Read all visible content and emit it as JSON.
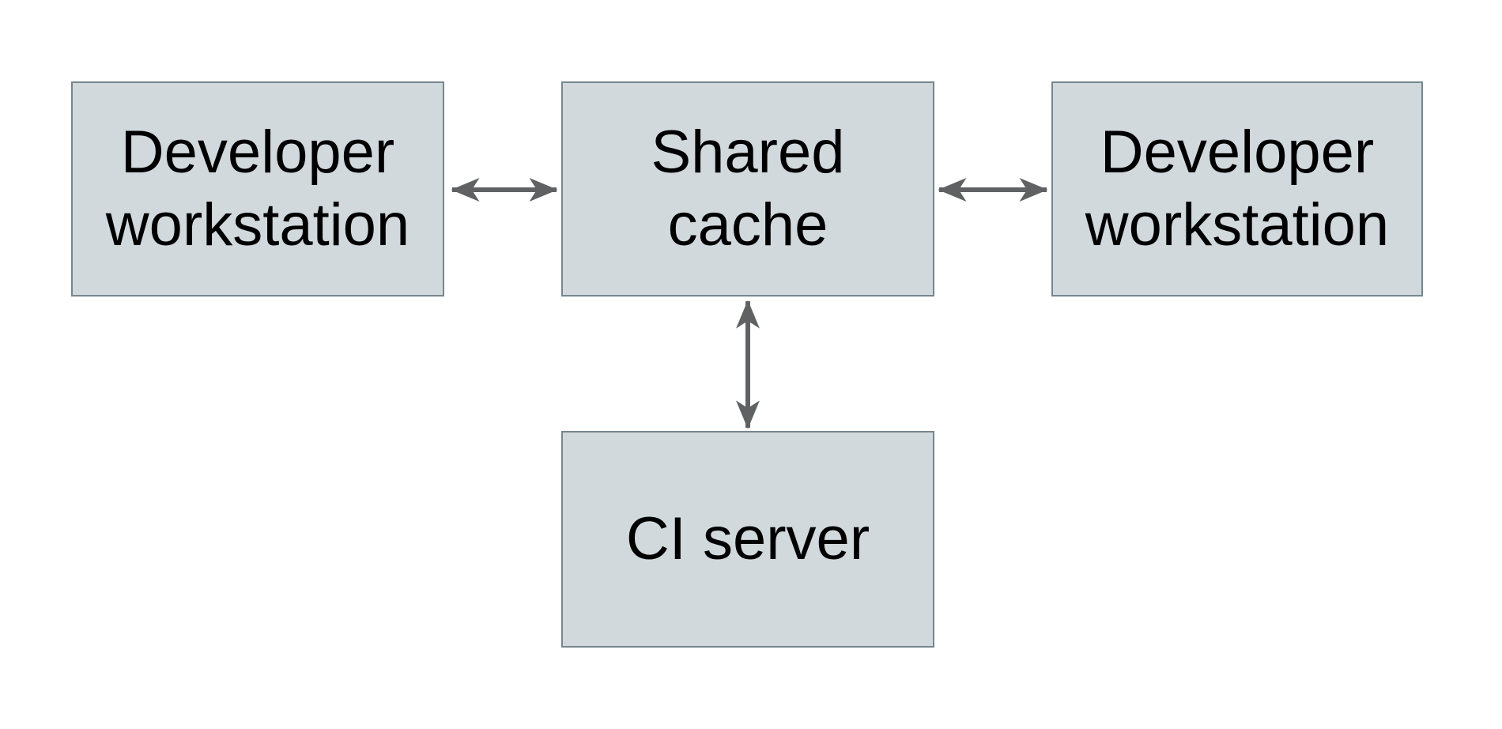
{
  "diagram": {
    "type": "architecture-diagram",
    "colors": {
      "background": "#ffffff",
      "node_fill": "#d2d9dd",
      "node_border": "#76868f",
      "connector": "#5f6163",
      "text": "#000000"
    },
    "nodes": [
      {
        "id": "developer-workstation-left",
        "label": "Developer\nworkstation"
      },
      {
        "id": "shared-cache",
        "label": "Shared\ncache"
      },
      {
        "id": "developer-workstation-right",
        "label": "Developer\nworkstation"
      },
      {
        "id": "ci-server",
        "label": "CI server"
      }
    ],
    "edges": [
      {
        "from": "developer-workstation-left",
        "to": "shared-cache",
        "direction": "bidirectional"
      },
      {
        "from": "shared-cache",
        "to": "developer-workstation-right",
        "direction": "bidirectional"
      },
      {
        "from": "shared-cache",
        "to": "ci-server",
        "direction": "bidirectional"
      }
    ]
  }
}
